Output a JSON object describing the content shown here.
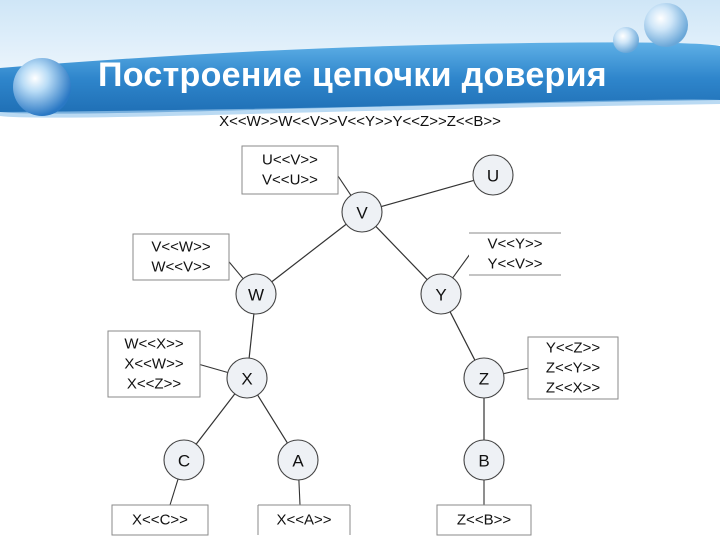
{
  "slide": {
    "title": "Построение цепочки доверия",
    "subtitle": "X<<W>>W<<V>>V<<Y>>Y<<Z>>Z<<B>>"
  },
  "diagram": {
    "nodes": [
      {
        "id": "U",
        "label": "U"
      },
      {
        "id": "V",
        "label": "V"
      },
      {
        "id": "W",
        "label": "W"
      },
      {
        "id": "Y",
        "label": "Y"
      },
      {
        "id": "X",
        "label": "X"
      },
      {
        "id": "Z",
        "label": "Z"
      },
      {
        "id": "C",
        "label": "C"
      },
      {
        "id": "A",
        "label": "A"
      },
      {
        "id": "B",
        "label": "B"
      }
    ],
    "edges": [
      [
        "U",
        "V"
      ],
      [
        "V",
        "W"
      ],
      [
        "V",
        "Y"
      ],
      [
        "W",
        "X"
      ],
      [
        "Y",
        "Z"
      ],
      [
        "X",
        "C"
      ],
      [
        "X",
        "A"
      ],
      [
        "Z",
        "B"
      ]
    ],
    "certificates": [
      {
        "id": "U",
        "lines": [
          "U<<V>>",
          "V<<U>>"
        ]
      },
      {
        "id": "V",
        "lines": [
          "V<<W>>",
          "W<<V>>"
        ]
      },
      {
        "id": "Y",
        "lines": [
          "V<<Y>>",
          "Y<<V>>"
        ]
      },
      {
        "id": "X",
        "lines": [
          "W<<X>>",
          "X<<W>>",
          "X<<Z>>"
        ]
      },
      {
        "id": "Z",
        "lines": [
          "Y<<Z>>",
          "Z<<Y>>",
          "Z<<X>>"
        ]
      },
      {
        "id": "C",
        "lines": [
          "X<<C>>"
        ]
      },
      {
        "id": "A",
        "lines": [
          "X<<A>>"
        ]
      },
      {
        "id": "B",
        "lines": [
          "Z<<B>>"
        ]
      }
    ]
  },
  "colors": {
    "banner": "#2f86cc",
    "node_fill": "#eef1f5",
    "node_stroke": "#444444",
    "line": "#333333"
  }
}
